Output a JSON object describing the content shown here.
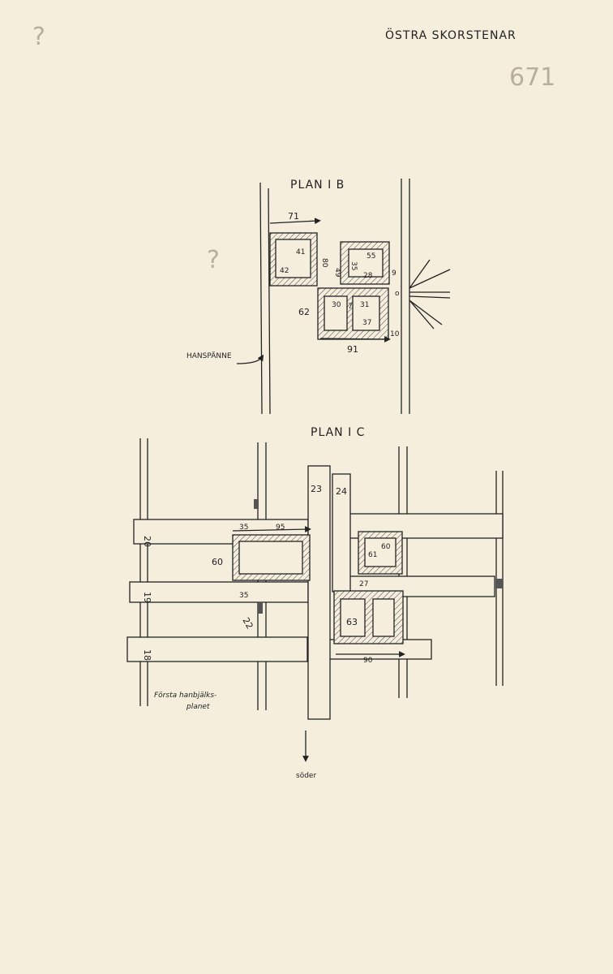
{
  "header": {
    "title": "ÖSTRA SKORSTENAR",
    "sheet_number": "671",
    "pencil_mark_top": "?",
    "pencil_mark_mid": "?"
  },
  "plan_b": {
    "title": "PLAN I B",
    "label_hanspanne": "HANSPÄNNE",
    "dims": {
      "top_width": "71",
      "left_inner_h": "41",
      "left_inner_w": "42",
      "left_outer_h": "80",
      "right_top_w": "55",
      "right_top_inner_h": "35",
      "right_top_inner_w": "28",
      "right_top_h": "49",
      "gap": "9",
      "bottom_left_w": "30",
      "bottom_mid": "7",
      "bottom_right_w": "31",
      "bottom_right_h": "37",
      "bottom_h": "62",
      "bottom_corner": "10",
      "bottom_w": "91",
      "ring": "o"
    }
  },
  "plan_c": {
    "title": "PLAN I C",
    "beams": {
      "b20": "20",
      "b19": "19",
      "b18": "18",
      "b23": "23",
      "b24": "24",
      "b22": "22"
    },
    "dims": {
      "top_left": "35",
      "top_right": "95",
      "left_h": "60",
      "bottom_left": "35",
      "small_w": "60",
      "small_h": "61",
      "gap": "27",
      "big_h": "63",
      "big_w": "90"
    },
    "caption_line1": "Första hanbjälks-",
    "caption_line2": "planet",
    "direction": "söder"
  }
}
